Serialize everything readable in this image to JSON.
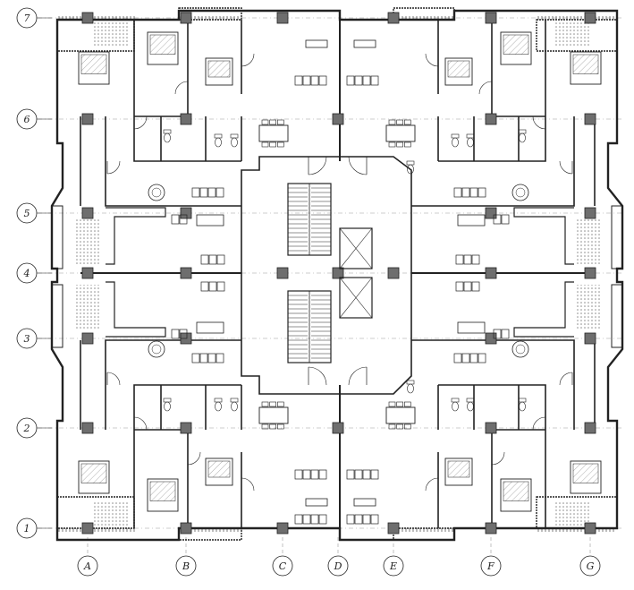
{
  "drawing": {
    "row_axes": [
      "7",
      "6",
      "5",
      "4",
      "3",
      "2",
      "1"
    ],
    "column_axes": [
      "A",
      "B",
      "C",
      "D",
      "E",
      "F",
      "G"
    ],
    "colors": {
      "line": "#222222",
      "wall_fill": "#4a4a4a",
      "column_fill": "#6e6e6e",
      "hatch": "#9a9a9a",
      "axis_line": "#999999",
      "background": "#ffffff"
    },
    "icons": [
      "grid-bubble",
      "structural-column",
      "bed",
      "dining-table",
      "sofa",
      "toilet",
      "stair",
      "elevator",
      "door-swing"
    ]
  }
}
